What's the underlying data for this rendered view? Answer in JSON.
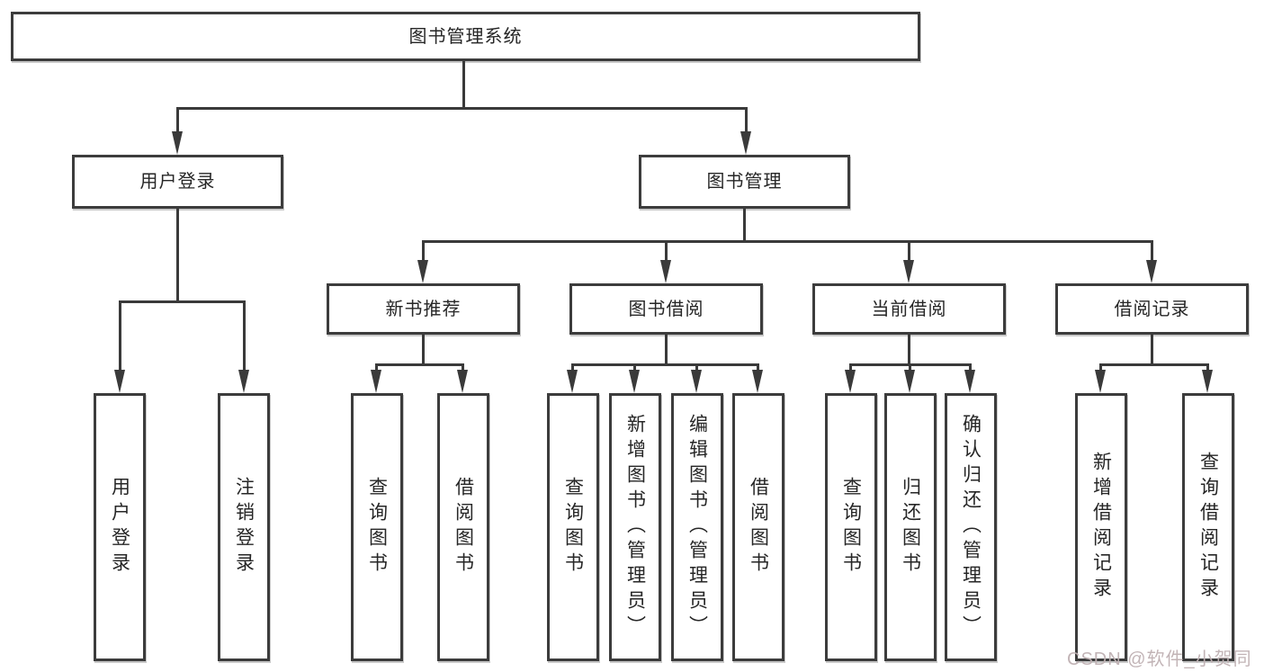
{
  "nodes": {
    "root": "图书管理系统",
    "level2": [
      "用户登录",
      "图书管理"
    ],
    "level3": [
      "新书推荐",
      "图书借阅",
      "当前借阅",
      "借阅记录"
    ],
    "user_login_children": [
      "用户登录",
      "注销登录"
    ],
    "new_book_children": [
      "查询图书",
      "借阅图书"
    ],
    "book_borrow_children": [
      "查询图书",
      "新增图书（管理员）",
      "编辑图书（管理员）",
      "借阅图书"
    ],
    "current_borrow_children": [
      "查询图书",
      "归还图书",
      "确认归还（管理员）"
    ],
    "borrow_record_children": [
      "新增借阅记录",
      "查询借阅记录"
    ]
  },
  "watermark": {
    "text": "CSDN @软件_小贺同学"
  },
  "colors": {
    "line": "#3a3a3a",
    "box_border": "#3c3c3c",
    "text": "#262626",
    "background": "#ffffff",
    "watermark": "#bfb0b3"
  }
}
